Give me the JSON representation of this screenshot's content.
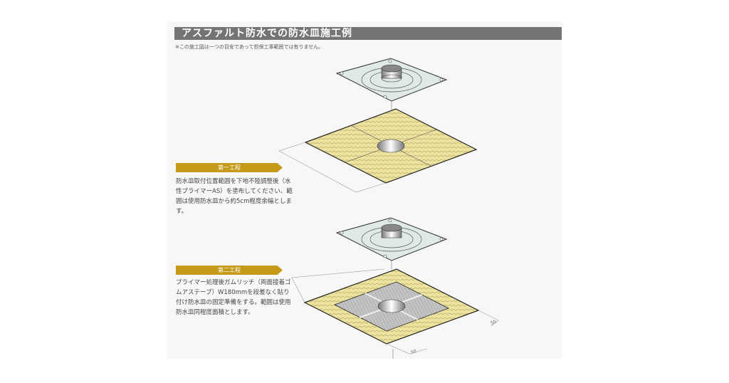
{
  "header": {
    "title": "アスファルト防水での防水皿施工例",
    "note": "※この施工図は一つの目安であって担保工事範囲では有りません。"
  },
  "steps": [
    {
      "label": "第一工程",
      "description": "防水皿取付位置範囲を下地不陸調整後（水性プライマーAS）を塗布してください、範囲は使用防水皿から約5cm程度余幅とします。"
    },
    {
      "label": "第二工程",
      "description": "プライマー処理後ガムリッチ（両面接着ゴムアステープ）W180mmを段差なく貼り付け防水皿の固定準備をする。範囲は使用防水皿同程度面積とします。"
    }
  ],
  "dimensions": {
    "dim_a": "50",
    "dim_b": "50"
  },
  "colors": {
    "title_bar": "#747474",
    "badge": "#c49a18",
    "primer": "#ede3a0",
    "tape": "#b9b9b9"
  }
}
